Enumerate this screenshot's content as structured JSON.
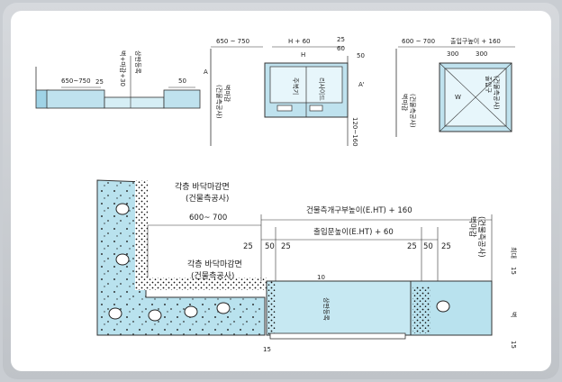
{
  "detail1": {
    "dim_wall": "650~750",
    "dim_50": "50",
    "dim_25": "25",
    "vert_label": "벽+마감+30",
    "vert_label2": "상판등록"
  },
  "detail2": {
    "dim_top": "650 ~ 750",
    "dim_h": "H + 60",
    "dim_h2": "H",
    "dim_25": "25",
    "dim_60": "60",
    "dim_50": "50",
    "dim_side": "120~160",
    "label_a": "A",
    "label_b": "A'",
    "vert_a": "(건물측공사)",
    "vert_b": "벽마감",
    "vert_c": "주복기",
    "vert_d": "리사이드"
  },
  "detail3": {
    "dim_top": "600 ~ 700",
    "dim_top2": "출입구높이 + 160",
    "dim_300a": "300",
    "dim_300b": "300",
    "vert_a": "벽마감",
    "vert_b": "(건물측공사)",
    "vert_c": "출입구",
    "vert_d": "(건물측공사)",
    "label_w": "W"
  },
  "main": {
    "floor_label1": "각층 바닥마감면",
    "floor_label1_sub": "(건물측공사)",
    "floor_label2": "각층 바닥마감면",
    "floor_label2_sub": "(건물측공사)",
    "dim_600": "600~ 700",
    "dim_opening": "건물측개구부높이(E.HT)  + 160",
    "dim_door": "출입문높이(E.HT)  + 60",
    "dim_25a": "25",
    "dim_50a": "50",
    "dim_25b": "25",
    "dim_50b": "50",
    "dim_25c": "25",
    "dim_25d": "25",
    "dim_10": "10",
    "dim_15a": "15",
    "dim_15b": "15",
    "dim_15c": "15",
    "sill_label": "상판등록",
    "wall_finish": "벽마감",
    "wall_finish_sub": "(건물측공사)",
    "max_label": "최대",
    "wall_label": "벽"
  }
}
